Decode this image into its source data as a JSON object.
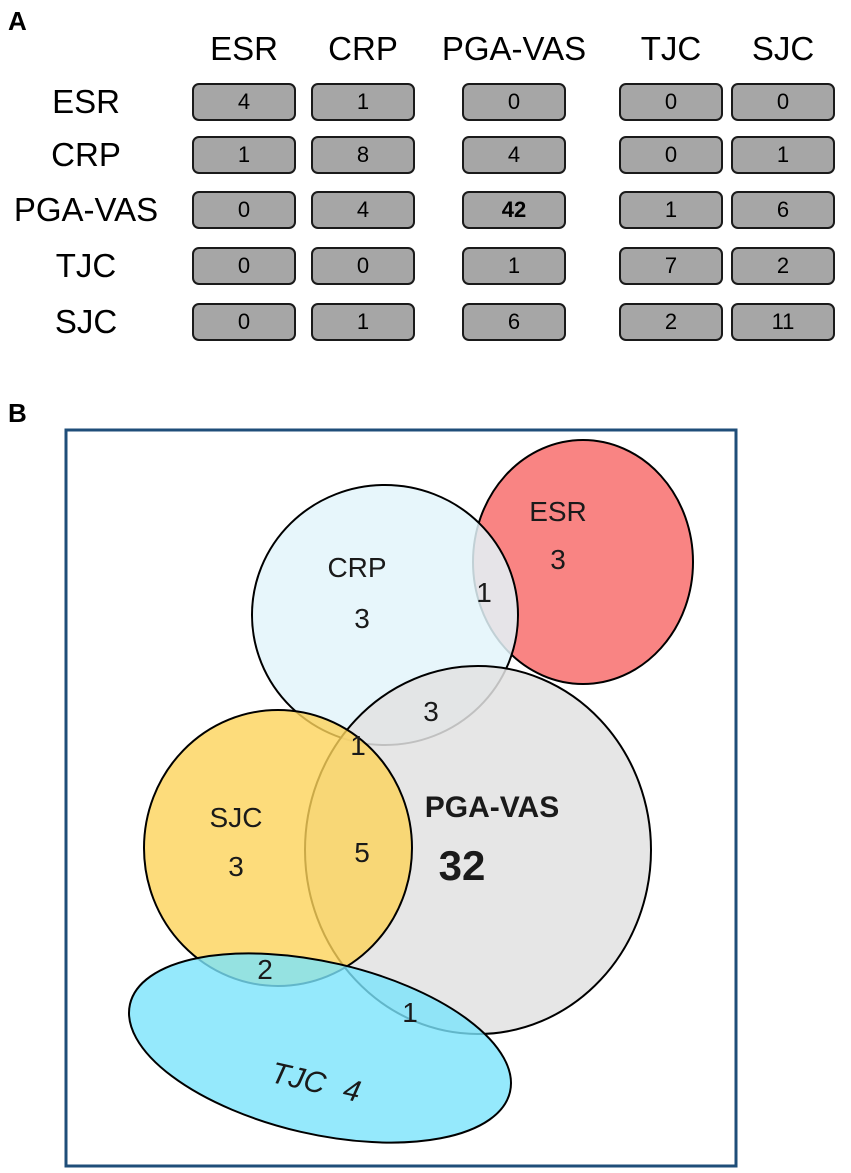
{
  "panel_a": {
    "label": "A",
    "columns": [
      "ESR",
      "CRP",
      "PGA-VAS",
      "TJC",
      "SJC"
    ],
    "rows": [
      "ESR",
      "CRP",
      "PGA-VAS",
      "TJC",
      "SJC"
    ],
    "matrix": [
      [
        "4",
        "1",
        "0",
        "0",
        "0"
      ],
      [
        "1",
        "8",
        "4",
        "0",
        "1"
      ],
      [
        "0",
        "4",
        "42",
        "1",
        "6"
      ],
      [
        "0",
        "0",
        "1",
        "7",
        "2"
      ],
      [
        "0",
        "1",
        "6",
        "2",
        "11"
      ]
    ]
  },
  "panel_b": {
    "label": "B",
    "sets": {
      "esr": {
        "name": "ESR",
        "count": "3",
        "color": "#f98483"
      },
      "crp": {
        "name": "CRP",
        "count": "3",
        "color": "#e3f4fa"
      },
      "pga": {
        "name": "PGA-VAS",
        "count": "32",
        "color": "#e2e2e2"
      },
      "sjc": {
        "name": "SJC",
        "count": "3",
        "color": "#fcd35a"
      },
      "tjc": {
        "name": "TJC",
        "count": "4",
        "color": "#7be3fb"
      }
    },
    "overlaps": {
      "crp_esr": "1",
      "crp_pga": "3",
      "crp_pga_sjc": "1",
      "pga_sjc": "5",
      "sjc_tjc": "2",
      "pga_tjc": "1"
    },
    "frame_color": "#1f4e79"
  }
}
